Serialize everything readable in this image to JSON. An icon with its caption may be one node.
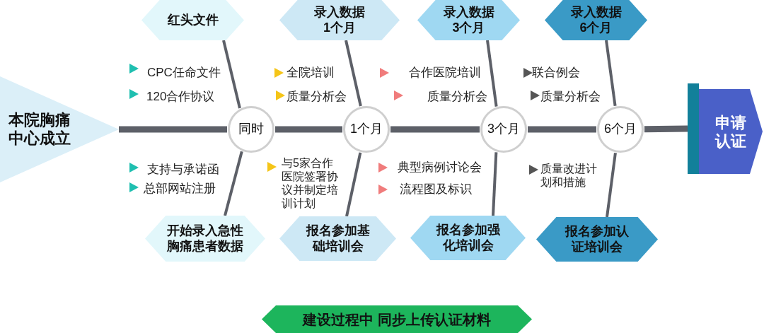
{
  "diagram": {
    "nodes": [
      {
        "text": [
          "本院胸痛中心成立"
        ]
      },
      {
        "text": [
          "红头文件"
        ]
      },
      {
        "text": [
          "录入数据1个月"
        ]
      },
      {
        "text": [
          "录入数据3个月"
        ]
      },
      {
        "text": [
          "录入数据6个月"
        ]
      },
      {
        "text": [
          "同时"
        ]
      },
      {
        "text": [
          "1个月"
        ]
      },
      {
        "text": [
          "3个月"
        ]
      },
      {
        "text": [
          "6个月"
        ]
      },
      {
        "text": [
          "申请认证"
        ]
      },
      {
        "text": [
          "开始录入急性胸痛患者数据"
        ]
      },
      {
        "text": [
          "报名参加基础培训会"
        ]
      },
      {
        "text": [
          "报名参加强化培训会"
        ]
      },
      {
        "text": [
          "报名参加认证培训会"
        ]
      },
      {
        "text": [
          "建设过程中 同步上传认证材料"
        ]
      },
      {
        "text": [],
        "shape": "bar"
      }
    ],
    "edges": [
      {
        "from": 0,
        "to": 5,
        "arrow": "none",
        "style": "thick"
      },
      {
        "from": 5,
        "to": 6,
        "arrow": "none",
        "style": "thick"
      },
      {
        "from": 6,
        "to": 7,
        "arrow": "none",
        "style": "thick"
      },
      {
        "from": 7,
        "to": 8,
        "arrow": "none",
        "style": "thick"
      },
      {
        "from": 8,
        "to": 15,
        "arrow": "none",
        "style": "thick"
      },
      {
        "from": 1,
        "to": 5,
        "arrow": "none"
      },
      {
        "from": 2,
        "to": 6,
        "arrow": "none"
      },
      {
        "from": 3,
        "to": 7,
        "arrow": "none"
      },
      {
        "from": 4,
        "to": 8,
        "arrow": "none"
      },
      {
        "from": 10,
        "to": 5,
        "arrow": "none"
      },
      {
        "from": 11,
        "to": 6,
        "arrow": "none"
      },
      {
        "from": 12,
        "to": 7,
        "arrow": "none"
      },
      {
        "from": 13,
        "to": 8,
        "arrow": "none"
      }
    ],
    "labels": [
      "CPC任命文件",
      "120合作协议",
      "全院培训",
      "质量分析会",
      "合作医院培训",
      "质量分析会",
      "联合例会",
      "质量分析会",
      "支持与承诺函",
      "总部网站注册",
      "与5家合作医院签署协议并制定培训计划",
      "典型病例讨论会",
      "流程图及标识",
      "质量改进计划和措施"
    ]
  }
}
